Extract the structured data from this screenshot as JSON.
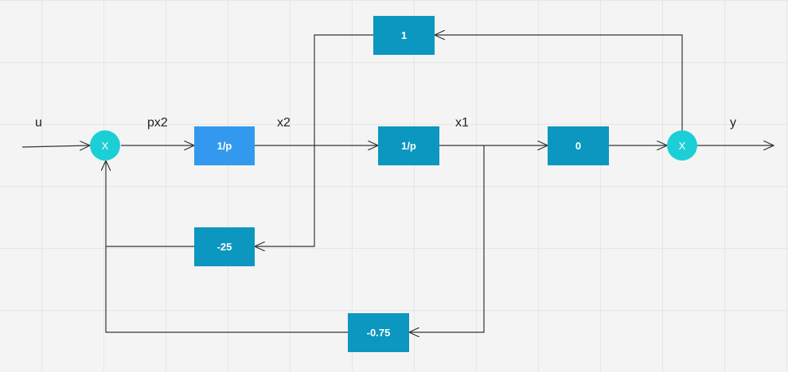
{
  "diagram": {
    "signal_labels": {
      "u": "u",
      "px2": "px2",
      "x2": "x2",
      "x1": "x1",
      "y": "y"
    },
    "blocks": {
      "integrator_1": "1/p",
      "integrator_2": "1/p",
      "gain_output": "0",
      "gain_feedforward": "1",
      "gain_neg25": "-25",
      "gain_neg075": "-0.75"
    },
    "junctions": {
      "sum_input": "X",
      "sum_output": "X"
    },
    "colors": {
      "block_dark": "#0b97bf",
      "block_light": "#3399ee",
      "junction": "#1ccfd6",
      "wire": "#333333"
    }
  }
}
